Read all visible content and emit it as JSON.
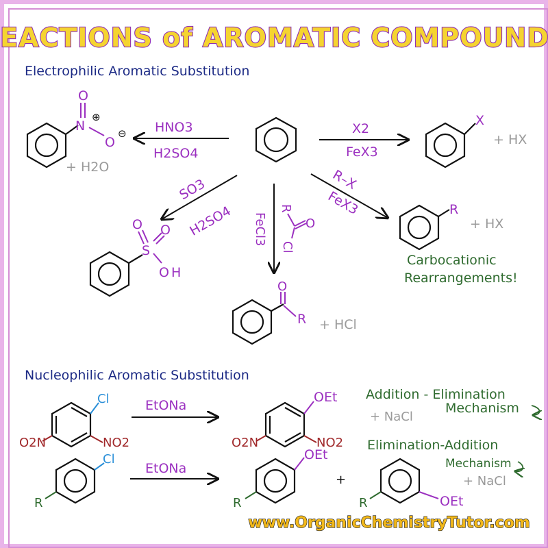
{
  "title": "REACTIONS of AROMATIC COMPOUNDS",
  "colors": {
    "frame": "#e9b4e9",
    "title_fill": "#f5d430",
    "title_stroke": "#8e2fb5",
    "heading": "#1c2a85",
    "reagent": "#9b30c0",
    "gray": "#9a9a9a",
    "green": "#2f6b2f",
    "nitro": "#a0282a",
    "chloro": "#2a8fd8",
    "ring": "#111111",
    "url_fill": "#f2b81a",
    "url_stroke": "#222222"
  },
  "eas": {
    "heading": "Electrophilic Aromatic Substitution",
    "nitration": {
      "reagent_top": "HNO3",
      "reagent_bottom": "H2SO4",
      "byproduct": "+ H2O",
      "n_label": "N",
      "o_top": "O",
      "o_right": "O",
      "plus": "⊕",
      "minus": "⊖"
    },
    "halogenation": {
      "reagent_top": "X2",
      "reagent_bottom": "FeX3",
      "substituent": "X",
      "byproduct": "+ HX"
    },
    "sulfonation": {
      "reagent_top": "SO3",
      "reagent_bottom": "H2SO4",
      "s_label": "S",
      "o1": "O",
      "o2": "O",
      "oh": "OH"
    },
    "acylation": {
      "reagent_r": "R",
      "reagent_o": "O",
      "reagent_cl": "Cl",
      "catalyst": "FeCl3",
      "product_o": "O",
      "product_r": "R",
      "byproduct": "+ HCl"
    },
    "alkylation": {
      "reagent_top": "R–X",
      "reagent_bottom": "FeX3",
      "substituent": "R",
      "byproduct": "+ HX",
      "note_line1": "Carbocationic",
      "note_line2": "Rearrangements!"
    }
  },
  "nas": {
    "heading": "Nucleophilic Aromatic Substitution",
    "reaction1": {
      "cl": "Cl",
      "o2n": "O2N",
      "no2": "NO2",
      "reagent": "EtONa",
      "oet": "OEt",
      "byproduct": "+ NaCl",
      "mechanism_line1": "Addition - Elimination",
      "mechanism_line2": "Mechanism"
    },
    "reaction2": {
      "cl": "Cl",
      "r_start": "R",
      "reagent": "EtONa",
      "oet_para": "OEt",
      "r_para": "R",
      "plus": "+",
      "oet_meta": "OEt",
      "r_meta": "R",
      "mechanism_line1": "Elimination-Addition",
      "mechanism_line2": "Mechanism",
      "byproduct": "+ NaCl"
    }
  },
  "footer": {
    "url": "www.OrganicChemistryTutor.com"
  }
}
